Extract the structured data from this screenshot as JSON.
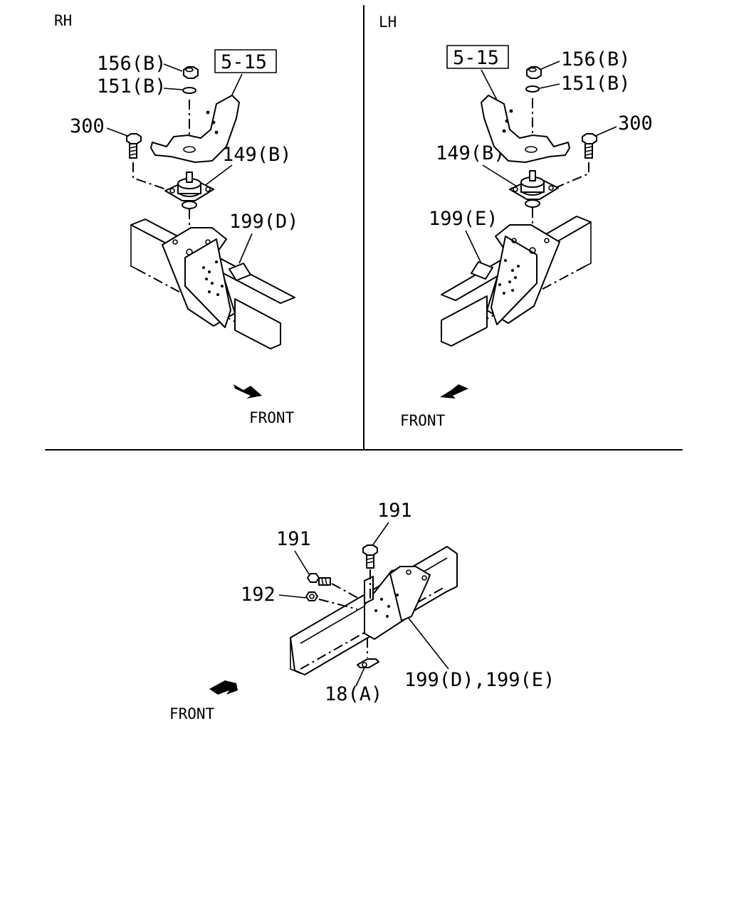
{
  "panels": {
    "rh": {
      "side_label": "RH",
      "ref_box": "5-15",
      "callouts": {
        "nut": "156(B)",
        "washer": "151(B)",
        "bolt": "300",
        "mount": "149(B)",
        "bracket": "199(D)"
      },
      "front_label": "FRONT"
    },
    "lh": {
      "side_label": "LH",
      "ref_box": "5-15",
      "callouts": {
        "nut": "156(B)",
        "washer": "151(B)",
        "bolt": "300",
        "mount": "149(B)",
        "bracket": "199(E)"
      },
      "front_label": "FRONT"
    },
    "bottom": {
      "callouts": {
        "bolt_top": "191",
        "bolt_side": "191",
        "nut": "192",
        "plate": "18(A)",
        "bracket": "199(D),199(E)"
      },
      "front_label": "FRONT"
    }
  },
  "icons": {
    "front_arrow": "front-arrow-icon"
  }
}
